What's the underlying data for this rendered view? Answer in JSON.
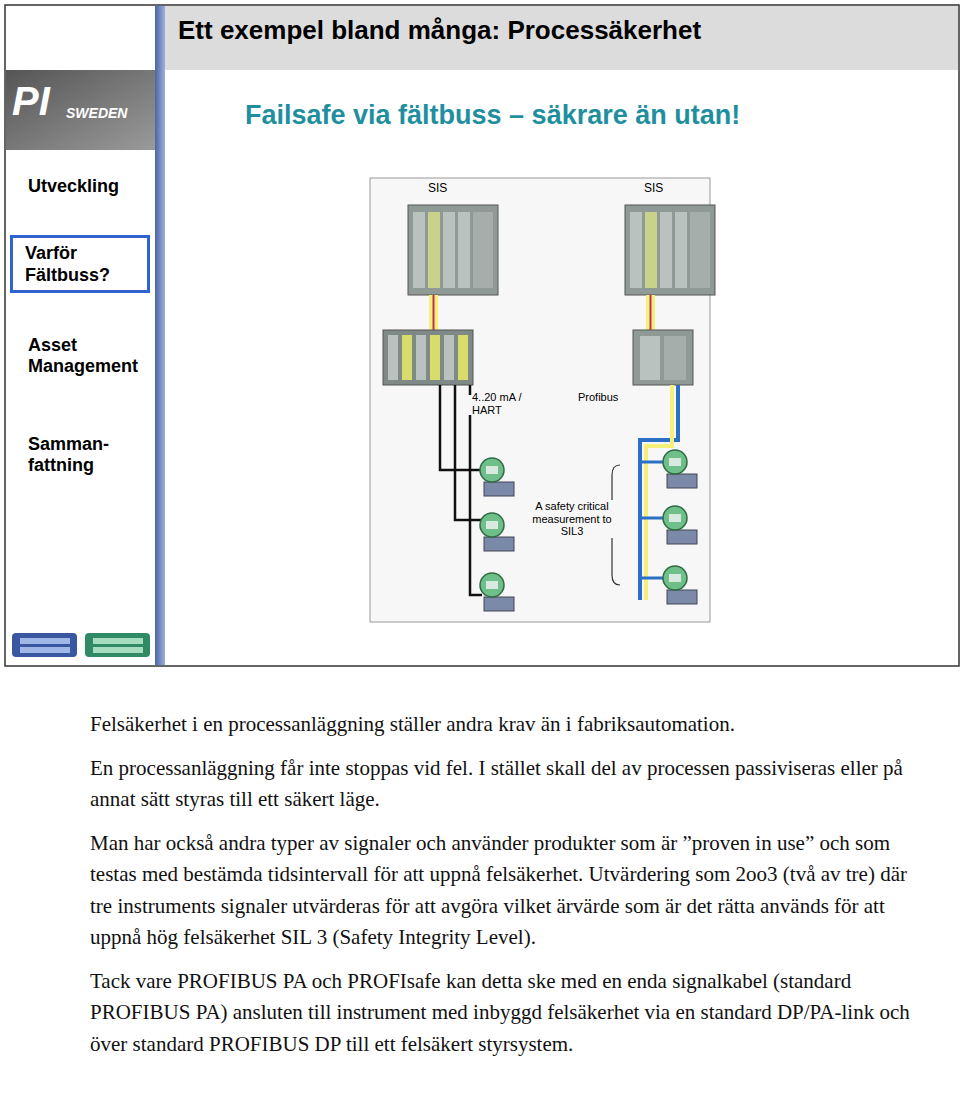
{
  "diagram": {
    "title": "Ett exempel bland många: Processäkerhet",
    "nodes": [
      {
        "text": [
          "Varför Fältbuss?"
        ]
      }
    ],
    "labels": [
      "PI",
      "SWEDEN",
      "Failsafe via fältbuss – säkrare än utan!",
      "Utveckling",
      "Asset Management",
      "Samman- fattning",
      "SIS",
      "SIS",
      "4..20 mA / HART",
      "Profibus",
      "A safety critical measurement to SIL3",
      "Felsäkerhet i en processanläggning ställer andra krav än i fabriksautomation.",
      "En processanläggning får inte stoppas vid fel. I stället skall del av processen passiviseras eller på annat sätt styras till ett säkert läge.",
      "Man har också andra typer av signaler och använder produkter som är ”proven in use” och som testas med bestämda tidsintervall för att uppnå felsäkerhet. Utvärdering som 2oo3 (två av tre) där tre instruments signaler utvärderas för att avgöra vilket ärvärde som är det rätta används för att uppnå hög felsäkerhet SIL 3 (Safety Integrity Level).",
      "Tack vare PROFIBUS PA och PROFIsafe kan detta ske med en enda signalkabel (standard PROFIBUS PA) ansluten till instrument med inbyggd felsäkerhet via en standard DP/PA-link och över standard PROFIBUS DP till ett felsäkert styrsystem."
    ]
  }
}
